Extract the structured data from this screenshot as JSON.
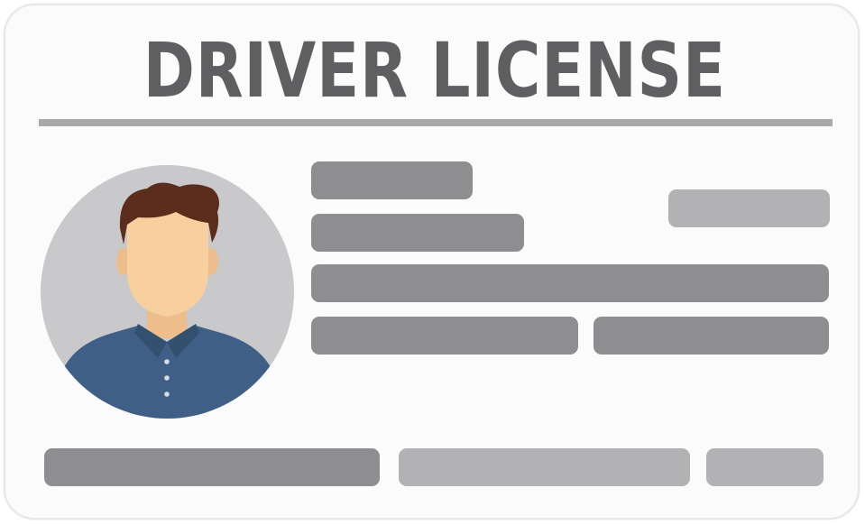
{
  "card": {
    "title": "DRIVER LICENSE"
  },
  "avatar": {
    "icon": "male-user-avatar-icon"
  },
  "fields": {
    "count_right": 6,
    "count_bottom": 3,
    "style": "gray-placeholder-bars"
  },
  "colors": {
    "title_text": "#5f5f61",
    "divider": "#a9a9ab",
    "bar_dark": "#8e8e90",
    "bar_light": "#b2b2b4",
    "avatar_bg": "#c9c9cb",
    "skin": "#f8d0a0",
    "hair": "#5a2d1c",
    "shirt": "#3f5f86",
    "collar": "#33506f"
  }
}
